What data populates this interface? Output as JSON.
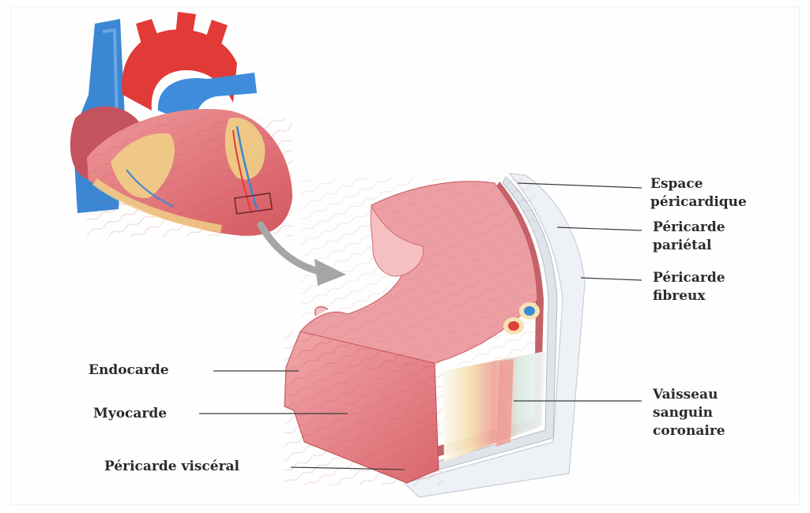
{
  "labels": {
    "espace": {
      "line1": "Espace",
      "line2": "péricardique"
    },
    "parietal": {
      "line1": "Péricarde",
      "line2": "pariétal"
    },
    "fibreux": {
      "line1": "Péricarde",
      "line2": "fibreux"
    },
    "vaisseau": {
      "line1": "Vaisseau",
      "line2": "sanguin",
      "line3": "coronaire"
    },
    "endocarde": "Endocarde",
    "myocarde": "Myocarde",
    "visceral": "Péricarde viscéral"
  },
  "colors": {
    "muscle": "#e88f93",
    "muscle_dark": "#d5686e",
    "fat": "#f0cf86",
    "vein": "#3d8ad6",
    "artery": "#e2403a",
    "pericardium": "#eef1f6",
    "arrow": "#a6a6a6"
  }
}
